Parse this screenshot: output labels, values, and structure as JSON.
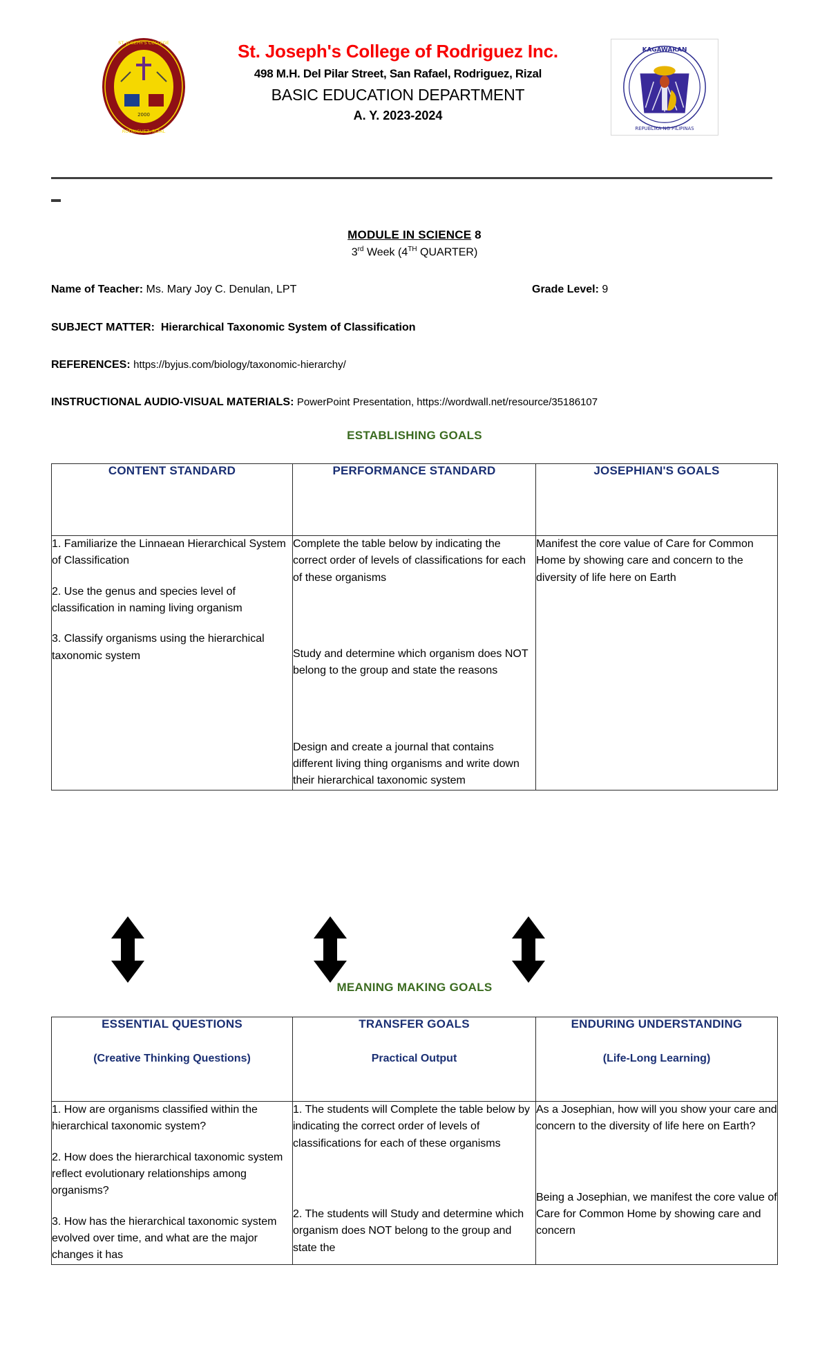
{
  "header": {
    "school_name": "St. Joseph's College of Rodriguez Inc.",
    "address": "498 M.H. Del Pilar Street, San Rafael, Rodriguez, Rizal",
    "department": "BASIC EDUCATION DEPARTMENT",
    "academic_year": "A. Y. 2023-2024",
    "left_logo_name": "St. Joseph's College of Rodriguez seal",
    "right_logo_name": "Department of Education seal",
    "right_logo_text_outer": "KAGAWARAN NG EDUKASYON",
    "right_logo_text_inner": "REPUBLIKA NG PILIPINAS"
  },
  "title": {
    "module_prefix": "MODULE IN ",
    "module_subject": "SCIENCE",
    "module_number": " 8",
    "week_line_a": "3",
    "week_line_a_sup": "rd",
    "week_line_b": " Week (4",
    "week_line_b_sup": "TH",
    "week_line_c": " QUARTER)"
  },
  "meta": {
    "teacher_label": "Name of Teacher:",
    "teacher_value": "Ms. Mary Joy C. Denulan, LPT",
    "grade_label": "Grade Level:",
    "grade_value": "9",
    "subject_label": "SUBJECT MATTER:",
    "subject_value": "Hierarchical Taxonomic System of Classification",
    "references_label": "REFERENCES:",
    "references_value": "https://byjus.com/biology/taxonomic-hierarchy/",
    "av_label": "INSTRUCTIONAL AUDIO-VISUAL MATERIALS:",
    "av_value": "PowerPoint Presentation, https://wordwall.net/resource/35186107"
  },
  "sections": {
    "establishing_goals": "ESTABLISHING GOALS",
    "meaning_making_goals": "MEANING MAKING GOALS"
  },
  "table_establishing": {
    "headers": [
      {
        "title": "CONTENT STANDARD"
      },
      {
        "title": "PERFORMANCE STANDARD"
      },
      {
        "title": "JOSEPHIAN'S GOALS"
      }
    ],
    "content_standard": [
      "1. Familiarize the Linnaean Hierarchical System of Classification",
      "2. Use the genus and species level of classification in naming living organism",
      "3. Classify organisms using the hierarchical taxonomic system"
    ],
    "performance_standard": [
      "Complete the table below by indicating the correct order of levels of classifications for each of these organisms",
      "Study and determine which organism does NOT belong to the group and state the reasons",
      "Design and create a journal that contains different living thing organisms and write down their hierarchical taxonomic system"
    ],
    "josephians_goals": [
      "Manifest the core value of Care for Common Home by showing care and concern to the diversity of life here on Earth"
    ]
  },
  "table_meaning": {
    "headers": [
      {
        "title": "ESSENTIAL QUESTIONS",
        "subtitle": "(Creative Thinking Questions)"
      },
      {
        "title": "TRANSFER GOALS",
        "subtitle": "Practical Output"
      },
      {
        "title": "ENDURING UNDERSTANDING",
        "subtitle": "(Life-Long Learning)"
      }
    ],
    "essential_questions": [
      "1. How are organisms classified within the hierarchical taxonomic system?",
      "2. How does the hierarchical taxonomic system reflect evolutionary relationships among organisms?",
      "3. How has the hierarchical taxonomic system evolved over time, and what are the major changes it has"
    ],
    "transfer_goals": [
      "1. The students will Complete the table below by indicating the correct order of levels of classifications for each of these organisms",
      "2. The students will Study and determine which organism does NOT belong to the group and state the"
    ],
    "enduring_understanding": [
      "As a Josephian, how will you show your care and concern to the diversity of life here on Earth?",
      "Being a Josephian, we manifest the core value of Care for Common Home by showing care and concern"
    ]
  },
  "colors": {
    "school_name_red": "#f80000",
    "section_green": "#3b6b20",
    "table_header_navy": "#1a2f73",
    "rule_gray": "#404040"
  }
}
